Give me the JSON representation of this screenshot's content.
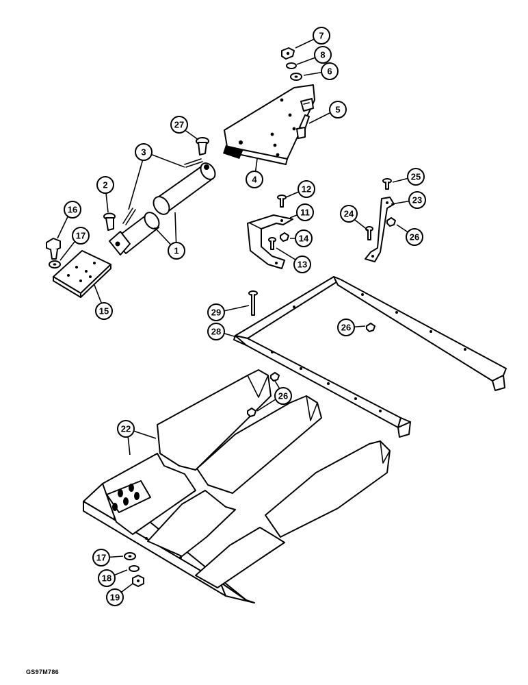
{
  "figure_code": "GS97M786",
  "callouts": [
    {
      "id": "c1",
      "label": "1"
    },
    {
      "id": "c2",
      "label": "2"
    },
    {
      "id": "c3",
      "label": "3"
    },
    {
      "id": "c4",
      "label": "4"
    },
    {
      "id": "c5",
      "label": "5"
    },
    {
      "id": "c6",
      "label": "6"
    },
    {
      "id": "c7",
      "label": "7"
    },
    {
      "id": "c8",
      "label": "8"
    },
    {
      "id": "c11",
      "label": "11"
    },
    {
      "id": "c12",
      "label": "12"
    },
    {
      "id": "c13",
      "label": "13"
    },
    {
      "id": "c14",
      "label": "14"
    },
    {
      "id": "c15",
      "label": "15"
    },
    {
      "id": "c16",
      "label": "16"
    },
    {
      "id": "c17a",
      "label": "17"
    },
    {
      "id": "c17b",
      "label": "17"
    },
    {
      "id": "c18",
      "label": "18"
    },
    {
      "id": "c19",
      "label": "19"
    },
    {
      "id": "c22",
      "label": "22"
    },
    {
      "id": "c23",
      "label": "23"
    },
    {
      "id": "c24",
      "label": "24"
    },
    {
      "id": "c25",
      "label": "25"
    },
    {
      "id": "c26a",
      "label": "26"
    },
    {
      "id": "c26b",
      "label": "26"
    },
    {
      "id": "c26c",
      "label": "26"
    },
    {
      "id": "c27",
      "label": "27"
    },
    {
      "id": "c28",
      "label": "28"
    },
    {
      "id": "c29",
      "label": "29"
    }
  ]
}
